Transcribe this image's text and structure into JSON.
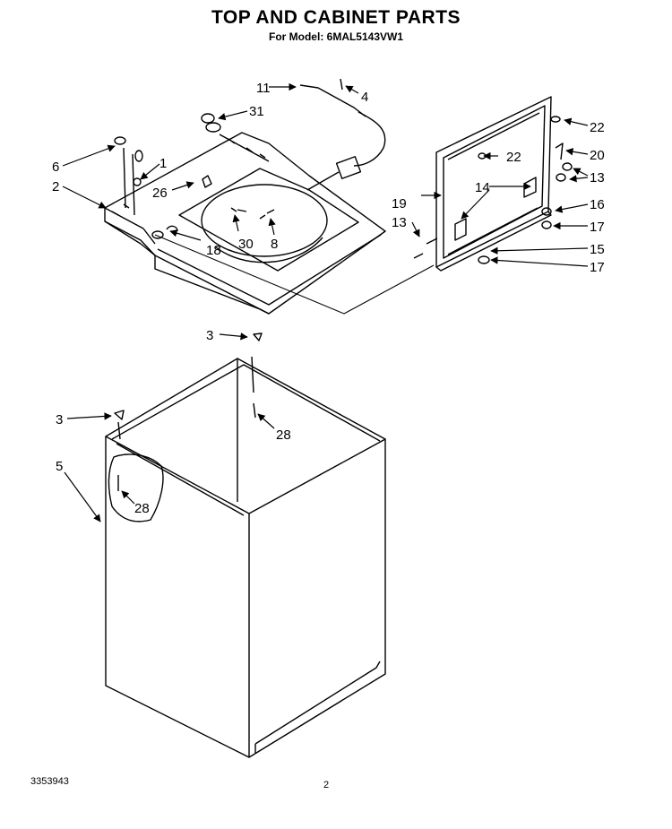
{
  "header": {
    "title": "TOP AND CABINET PARTS",
    "subtitle": "For Model: 6MAL5143VW1"
  },
  "footer": {
    "doc_number": "3353943",
    "page_number": "2"
  },
  "callouts": {
    "c1": "1",
    "c2": "2",
    "c3a": "3",
    "c3b": "3",
    "c4": "4",
    "c5": "5",
    "c6": "6",
    "c8": "8",
    "c11": "11",
    "c13a": "13",
    "c13b": "13",
    "c14": "14",
    "c15": "15",
    "c16": "16",
    "c17a": "17",
    "c17b": "17",
    "c18": "18",
    "c19": "19",
    "c20": "20",
    "c22a": "22",
    "c22b": "22",
    "c26": "26",
    "c28a": "28",
    "c28b": "28",
    "c30": "30",
    "c31": "31"
  }
}
